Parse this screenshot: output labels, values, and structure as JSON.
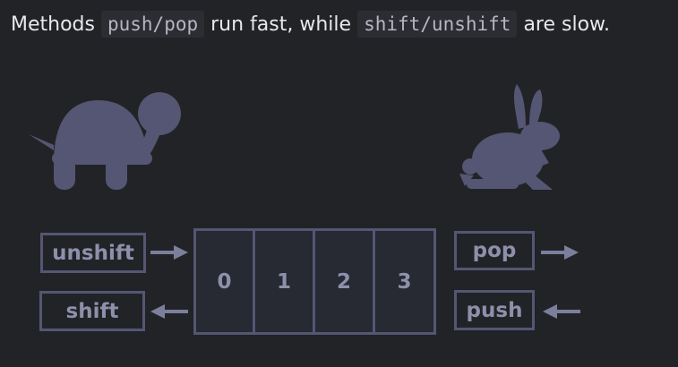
{
  "intro": {
    "prefix": "Methods",
    "fast_code": "push/pop",
    "middle": "run fast, while",
    "slow_code": "shift/unshift",
    "suffix": "are slow."
  },
  "left_labels": {
    "unshift": "unshift",
    "shift": "shift"
  },
  "right_labels": {
    "pop": "pop",
    "push": "push"
  },
  "array_cells": [
    "0",
    "1",
    "2",
    "3"
  ],
  "colors": {
    "background": "#222327",
    "animal": "#545673",
    "box_border": "#545673",
    "label_text": "#8e90ab",
    "arrow": "#7c7f9c"
  },
  "icons": {
    "slow": "turtle-icon",
    "fast": "rabbit-icon"
  }
}
